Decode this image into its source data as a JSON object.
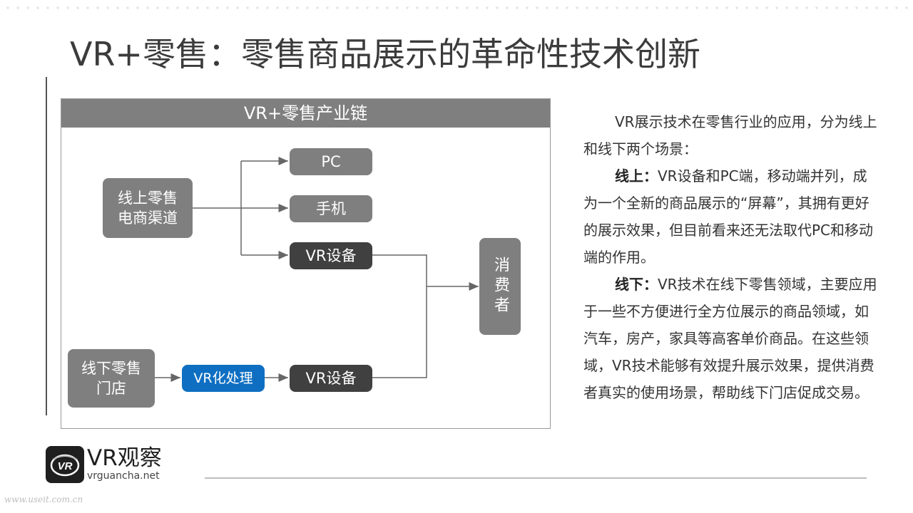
{
  "title": "VR+零售：零售商品展示的革命性技术创新",
  "diagram": {
    "header": "VR+零售产业链",
    "online_source": [
      "线上零售",
      "电商渠道"
    ],
    "offline_source": [
      "线下零售",
      "门店"
    ],
    "vr_processing": "VR化处理",
    "channel_pc": "PC",
    "channel_mobile": "手机",
    "channel_vr_online": "VR设备",
    "channel_vr_offline": "VR设备",
    "consumer": "消费者"
  },
  "text": {
    "intro": "VR展示技术在零售行业的应用，分为线上和线下两个场景：",
    "online_label": "线上：",
    "online_body": "VR设备和PC端，移动端并列，成为一个全新的商品展示的“屏幕”，其拥有更好的展示效果，但目前看来还无法取代PC和移动端的作用。",
    "offline_label": "线下：",
    "offline_body": "VR技术在线下零售领域，主要应用于一些不方便进行全方位展示的商品领域，如汽车，房产，家具等高客单价商品。在这些领域，VR技术能够有效提升展示效果，提供消费者真实的使用场景，帮助线下门店促成交易。"
  },
  "logo": {
    "name": "VR观察",
    "url": "vrguancha.net",
    "mark_text": "VR"
  },
  "watermark": "www.useit.com.cn",
  "colors": {
    "gray_node": "#7f7f7f",
    "dark_node": "#404040",
    "blue_node": "#0e6fc2",
    "connector": "#666666"
  }
}
